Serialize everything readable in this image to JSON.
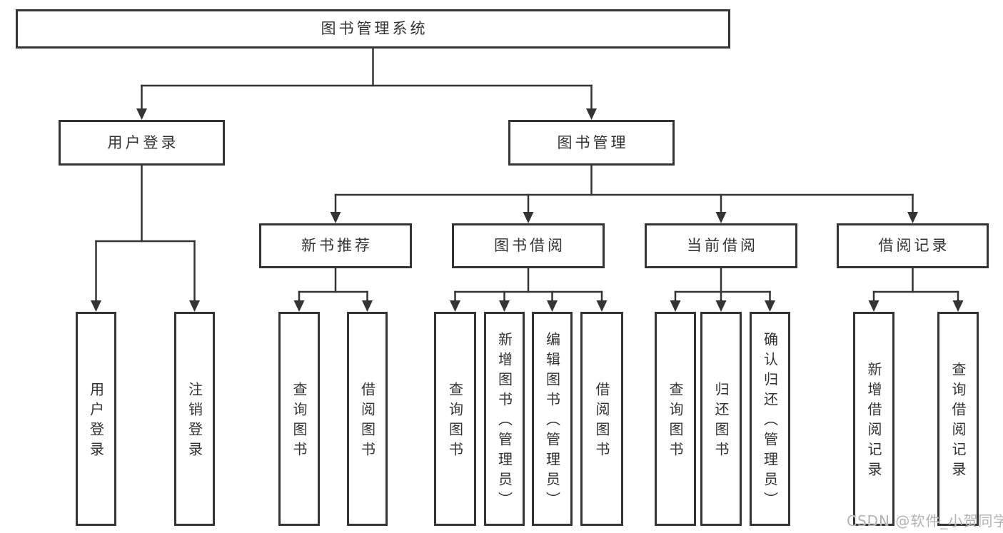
{
  "diagram": {
    "title": "图书管理系统",
    "nodes": [
      {
        "id": "root",
        "label": "图书管理系统",
        "parent": null
      },
      {
        "id": "user-login",
        "label": "用户登录",
        "parent": "root"
      },
      {
        "id": "book-mgmt",
        "label": "图书管理",
        "parent": "root"
      },
      {
        "id": "login",
        "label": "用户登录",
        "parent": "user-login"
      },
      {
        "id": "logout",
        "label": "注销登录",
        "parent": "user-login"
      },
      {
        "id": "new-book-rec",
        "label": "新书推荐",
        "parent": "book-mgmt"
      },
      {
        "id": "book-borrow",
        "label": "图书借阅",
        "parent": "book-mgmt"
      },
      {
        "id": "current-borrow",
        "label": "当前借阅",
        "parent": "book-mgmt"
      },
      {
        "id": "borrow-records",
        "label": "借阅记录",
        "parent": "book-mgmt"
      },
      {
        "id": "nbr-query",
        "label": "查询图书",
        "parent": "new-book-rec"
      },
      {
        "id": "nbr-borrow",
        "label": "借阅图书",
        "parent": "new-book-rec"
      },
      {
        "id": "bb-query",
        "label": "查询图书",
        "parent": "book-borrow"
      },
      {
        "id": "bb-add",
        "label": "新增图书（管理员）",
        "parent": "book-borrow"
      },
      {
        "id": "bb-edit",
        "label": "编辑图书（管理员）",
        "parent": "book-borrow"
      },
      {
        "id": "bb-borrow",
        "label": "借阅图书",
        "parent": "book-borrow"
      },
      {
        "id": "cb-query",
        "label": "查询图书",
        "parent": "current-borrow"
      },
      {
        "id": "cb-return",
        "label": "归还图书",
        "parent": "current-borrow"
      },
      {
        "id": "cb-confirm",
        "label": "确认归还（管理员）",
        "parent": "current-borrow"
      },
      {
        "id": "br-add",
        "label": "新增借阅记录",
        "parent": "borrow-records"
      },
      {
        "id": "br-query",
        "label": "查询借阅记录",
        "parent": "borrow-records"
      }
    ]
  },
  "watermark": {
    "text": "CSDN @软件_小贺同学"
  },
  "colors": {
    "line": "#343434",
    "text": "#333333",
    "background": "#ffffff",
    "watermark": "#b3b3b3"
  }
}
